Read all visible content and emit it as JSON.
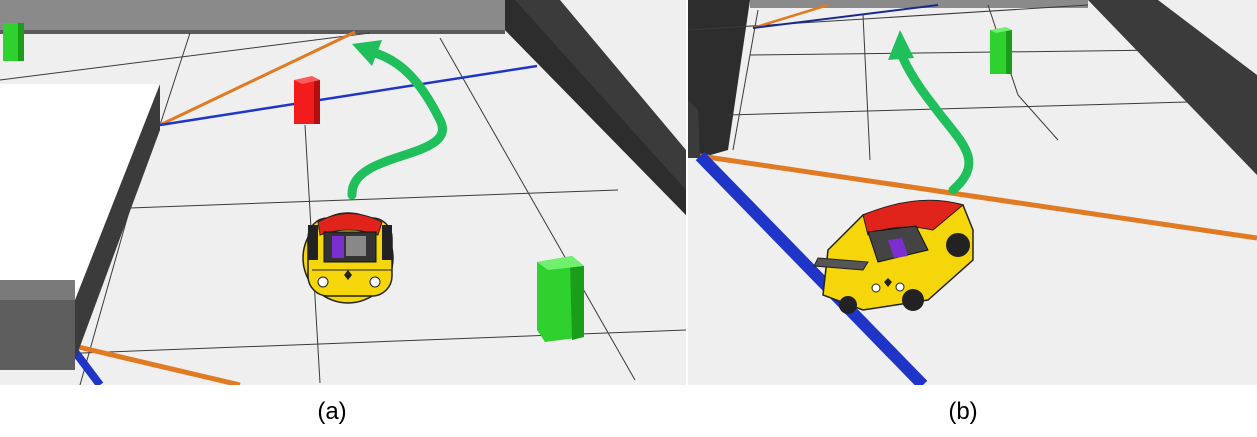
{
  "captions": {
    "a": "(a)",
    "b": "(b)"
  },
  "colors": {
    "floor": "#efefef",
    "grid_line": "#3a3a3a",
    "wall_top": "#8a8a8a",
    "wall_side": "#3b3b3b",
    "wall_dark": "#2d2d2d",
    "white_box_top": "#ffffff",
    "green_marker": "#2fd12f",
    "green_marker_dark": "#1a9e1a",
    "red_marker": "#f21c1c",
    "red_marker_dark": "#b50e0e",
    "orange_line": "#e07b24",
    "blue_line": "#1f35c8",
    "dark_blue_line": "#1a2a8c",
    "path_arrow": "#1fbf5c",
    "car_body": "#f5d60a",
    "car_roof": "#e0241c"
  },
  "icons": [
    "car-model",
    "green-path-arrow",
    "red-cone-marker",
    "green-cone-marker"
  ]
}
